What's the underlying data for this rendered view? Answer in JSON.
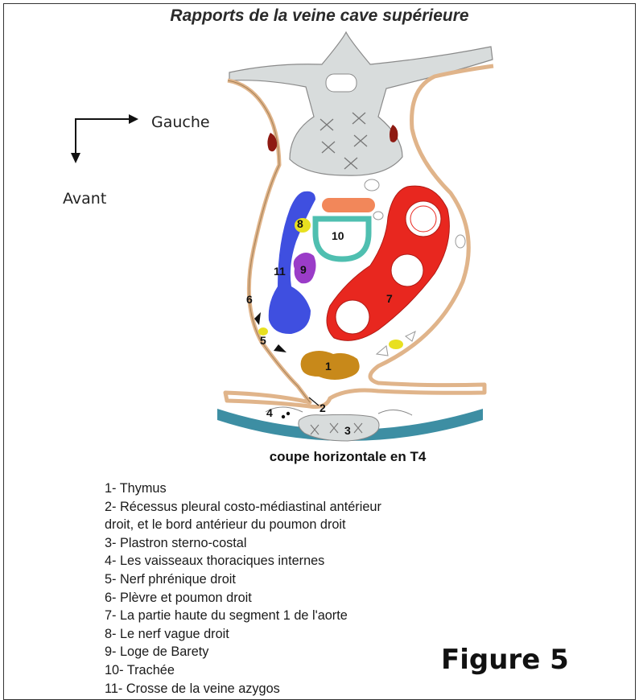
{
  "title": "Rapports de la veine cave supérieure",
  "orientation": {
    "left_label": "Gauche",
    "front_label": "Avant"
  },
  "structure_numbers": [
    "1",
    "2",
    "3",
    "4",
    "5",
    "6",
    "7",
    "8",
    "9",
    "10",
    "11"
  ],
  "caption": "coupe horizontale en T4",
  "legend": [
    "1- Thymus",
    "2- Récessus pleural costo-médiastinal antérieur",
    "droit, et le bord antérieur du poumon droit",
    "3- Plastron sterno-costal",
    "4- Les vaisseaux thoraciques internes",
    "5- Nerf phrénique droit",
    "6- Plèvre et poumon droit",
    "7- La partie haute du segment 1 de l'aorte",
    "8- Le nerf vague droit",
    "9-  Loge de Barety",
    "10- Trachée",
    "11- Crosse de la veine azygos"
  ],
  "figure_label": "Figure 5",
  "colors": {
    "aorta": "#e8271f",
    "azygos_vein": "#3f4fe0",
    "thymus": "#c8891a",
    "trachea": "#4fbfb0",
    "esophagus": "#f2875a",
    "loge_barety": "#9a3cc8",
    "vagus_nerve": "#e8e020",
    "pleura": "#e0b48a",
    "vertebra": "#d8dcdc",
    "sternum_band": "#3d8ea3"
  }
}
